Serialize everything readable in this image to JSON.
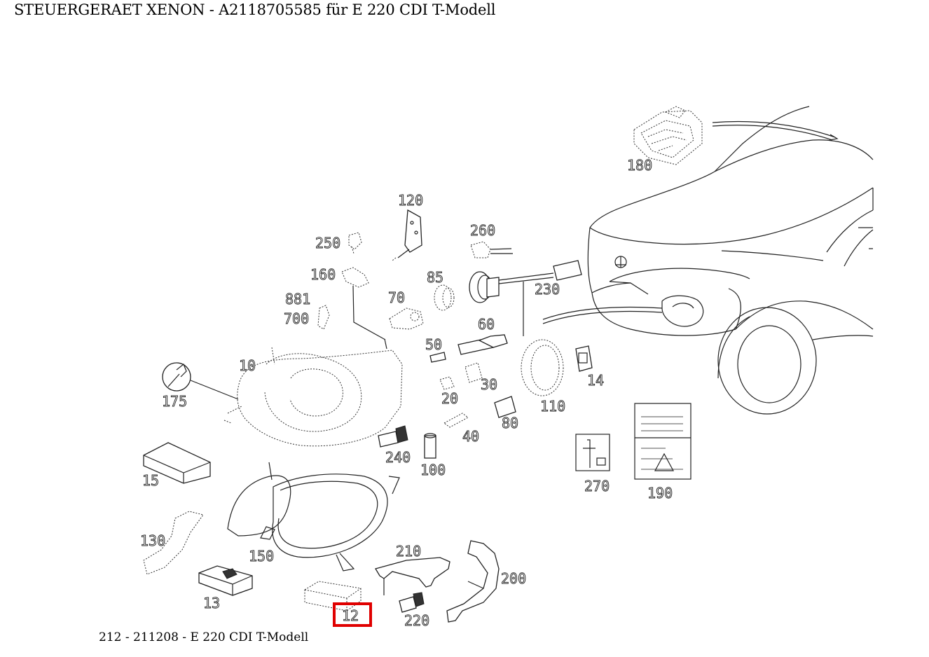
{
  "header": {
    "title": "STEUERGERAET XENON - A2118705585 für E 220 CDI T-Modell"
  },
  "footer": {
    "model_line": "212 - 211208 - E 220 CDI T-Modell"
  },
  "diagram": {
    "highlight_color": "#e00000",
    "selected_part": "12",
    "callouts": [
      "180",
      "120",
      "250",
      "260",
      "160",
      "85",
      "230",
      "881",
      "70",
      "700",
      "60",
      "50",
      "10",
      "175",
      "30",
      "14",
      "20",
      "110",
      "40",
      "80",
      "240",
      "100",
      "15",
      "270",
      "190",
      "130",
      "150",
      "210",
      "200",
      "13",
      "220",
      "12"
    ]
  }
}
